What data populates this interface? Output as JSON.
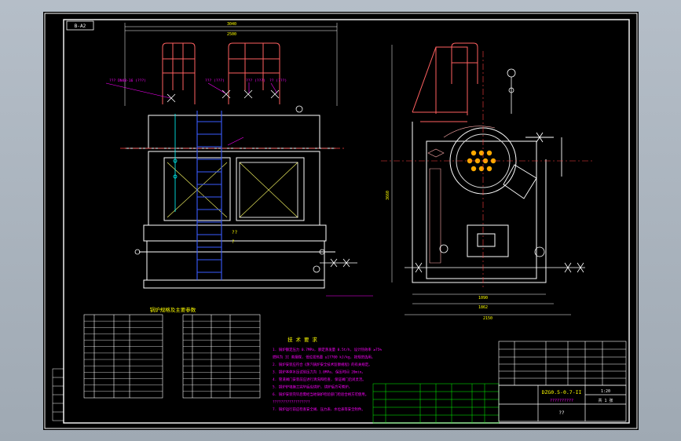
{
  "drawing": {
    "drawing_number_box": "B-A2",
    "front_overall_width": "3040",
    "front_inner_width": "2500",
    "front_callouts": [
      {
        "label": "??? DN40-16 (???)"
      },
      {
        "label": "??? (???)"
      },
      {
        "label": "??? (???)"
      },
      {
        "label": "?? (???)"
      }
    ],
    "ladder_label_1": "??",
    "ladder_label_2": "?",
    "side_height_dim": "3660",
    "side_dims": [
      "1090",
      "1862",
      "2150"
    ],
    "table_left_title": "锅炉规格及主要参数",
    "tech_title": "技 术 要 求",
    "tech_lines": [
      "1. 锅炉额定压力 0.7MPa, 额定蒸发量 0.5t/h, 设计热效率 ≥75%",
      "   燃料为 II 类烟煤, 低位发热量 ≥17700 kJ/kg, 按规范选用。",
      "2. 锅炉安装应符合《蒸汽锅炉安全技术监察规程》的有关规定。",
      "3. 锅炉本体水压试验压力为 1.0MPa, 保压时间 20min。",
      "4. 管道阀门安装前应进行清洗和检查, 保证阀门启闭灵活。",
      "5. 锅炉炉墙施工完毕后应烘炉, 烘炉后方可煮炉。",
      "6. 锅炉安装完毕后需经当地锅炉检验部门检验合格方可使用。",
      "??????????????????",
      "7. 锅炉运行前应检查安全阀、压力表、水位表等安全附件。"
    ],
    "title_block_model": "DZG0.5-0.7-II",
    "title_block_sub": "??????????",
    "title_block_scale": "1:20",
    "title_block_sheet": "??",
    "title_block_right": "共 1 张"
  }
}
